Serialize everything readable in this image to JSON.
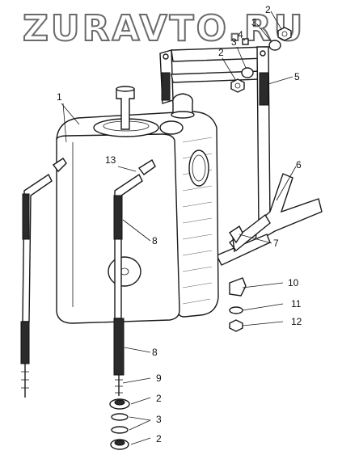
{
  "watermark": "ZURAVTO.RU",
  "callouts": [
    {
      "id": "c1",
      "text": "1"
    },
    {
      "id": "c2a",
      "text": "2"
    },
    {
      "id": "c2b",
      "text": "2"
    },
    {
      "id": "c2c",
      "text": "2"
    },
    {
      "id": "c2d",
      "text": "2"
    },
    {
      "id": "c3a",
      "text": "3"
    },
    {
      "id": "c3b",
      "text": "3"
    },
    {
      "id": "c3c",
      "text": "3"
    },
    {
      "id": "c4",
      "text": "4"
    },
    {
      "id": "c5",
      "text": "5"
    },
    {
      "id": "c6",
      "text": "6"
    },
    {
      "id": "c7",
      "text": "7"
    },
    {
      "id": "c8a",
      "text": "8"
    },
    {
      "id": "c8b",
      "text": "8"
    },
    {
      "id": "c9",
      "text": "9"
    },
    {
      "id": "c10",
      "text": "10"
    },
    {
      "id": "c11",
      "text": "11"
    },
    {
      "id": "c12",
      "text": "12"
    },
    {
      "id": "c13",
      "text": "13"
    }
  ]
}
